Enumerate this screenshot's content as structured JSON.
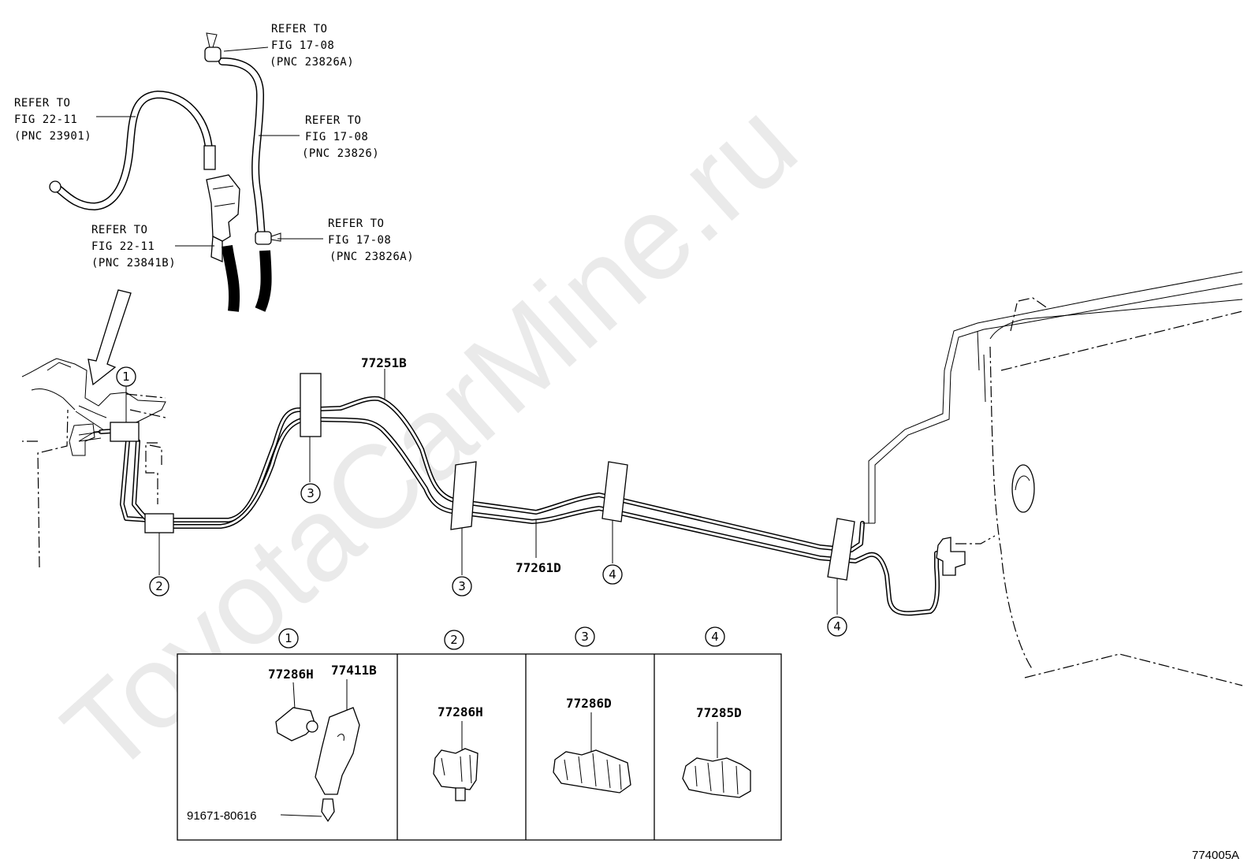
{
  "references": [
    {
      "l1": "REFER TO",
      "l2": "FIG 17-08",
      "l3": "(PNC 23826A)"
    },
    {
      "l1": "REFER TO",
      "l2": "FIG 22-11",
      "l3": "(PNC 23901)"
    },
    {
      "l1": "REFER TO",
      "l2": "FIG 17-08",
      "l3": "(PNC 23826)"
    },
    {
      "l1": "REFER TO",
      "l2": "FIG 22-11",
      "l3": "(PNC 23841B)"
    },
    {
      "l1": "REFER TO",
      "l2": "FIG 17-08",
      "l3": "(PNC 23826A)"
    }
  ],
  "parts": {
    "tube_upper": "77251B",
    "tube_lower": "77261D"
  },
  "callouts": [
    "1",
    "2",
    "3",
    "3",
    "4",
    "4"
  ],
  "detail_headers": [
    "1",
    "2",
    "3",
    "4"
  ],
  "details": {
    "d1_part_a": "77286H",
    "d1_part_b": "77411B",
    "d1_bolt": "91671-80616",
    "d2_part": "77286H",
    "d3_part": "77286D",
    "d4_part": "77285D"
  },
  "illustration_code": "774005A",
  "watermark": "ToyotaCarMine.ru"
}
